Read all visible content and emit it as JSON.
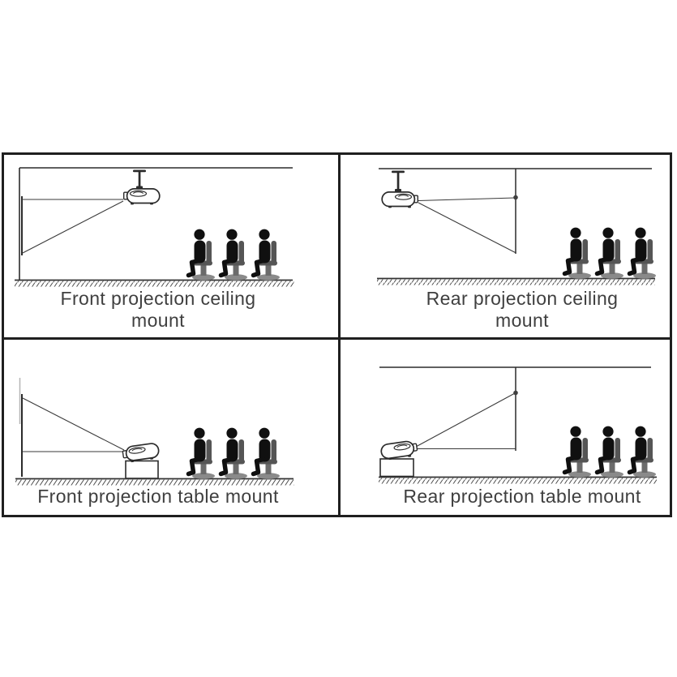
{
  "figure": {
    "panels": [
      {
        "caption": "Front projection ceiling mount",
        "projection": "front",
        "mount": "ceiling"
      },
      {
        "caption": "Rear projection ceiling mount",
        "projection": "rear",
        "mount": "ceiling"
      },
      {
        "caption": "Front projection table mount",
        "projection": "front",
        "mount": "table"
      },
      {
        "caption": "Rear projection table mount",
        "projection": "rear",
        "mount": "table"
      }
    ],
    "icons": [
      "projector-icon",
      "ceiling-mount-bracket-icon",
      "screen-line",
      "projection-beam",
      "screen-dot",
      "audience-person-icon",
      "table-stand",
      "floor-hatch"
    ],
    "colors": {
      "border": "#1f1f1f",
      "line": "#2b2b2b",
      "beam": "#3a3a3a",
      "person": "#101010",
      "chair": "#555555",
      "chair_base": "#8a8a8a",
      "caption_text": "#3f3f3f",
      "background": "#ffffff"
    }
  }
}
